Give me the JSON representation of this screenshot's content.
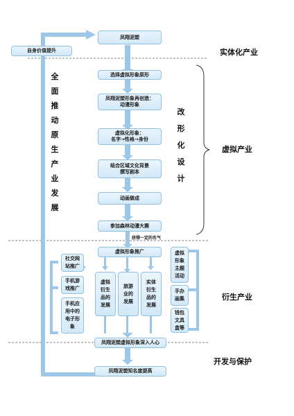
{
  "colors": {
    "arrow": "#9cc7e8",
    "box_border": "#8fc0e3",
    "dash": "#555555"
  },
  "boxes": {
    "fengxiang": "凤翔泥塑",
    "self_value": "自身价值提升",
    "choose_prototype": "选择虚拟形象原形",
    "recreate": "凤翔泥塑形象再创造：\n动漫形象",
    "virtualize": "虚拟化形象：\n名字→性格→身份",
    "script": "结合区域文化背景\n撰写剧本",
    "animation": "动画做成",
    "contest": "参加森林动漫大赛",
    "promotion": "虚拟形象推广",
    "social": "社交网\n站推广",
    "mobile_game": "手机游\n戏推广",
    "mobile_app": "手机应\n用中的\n电子形\n象",
    "virtual_derivative": "虚拟\n衍生\n品的\n发展",
    "tourism": "旅游\n业的\n发展",
    "physical_derivative": "实体\n衍生\n品的\n发展",
    "theme_activity": "虚拟\n形象\n主题\n活动",
    "figures": "手办\n画集",
    "wallet": "钱包\n文具\n盒等",
    "deep": "凤翔泥塑虚拟形象深入人心",
    "fame": "凤翔泥塑知名度提高"
  },
  "labels": {
    "promote_vertical": "全\n面\n推\n动\n原\n生\n产\n业\n发\n展",
    "redesign_vertical": "改\n形\n化\n设\n计",
    "popularity_note": "获得一定的名气"
  },
  "categories": {
    "physical": "实体化产业",
    "virtual": "虚拟产业",
    "derivative": "衍生产业",
    "development": "开发与保护"
  }
}
